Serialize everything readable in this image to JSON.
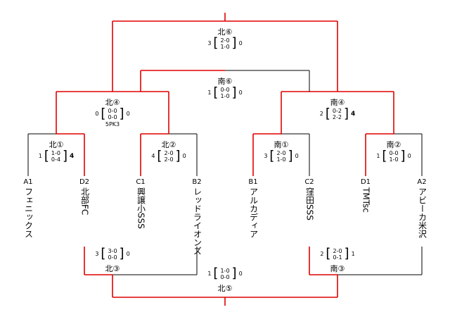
{
  "colors": {
    "win": "#e00000",
    "line": "#000000"
  },
  "teams": [
    {
      "code": "A1",
      "name": "フェニックス"
    },
    {
      "code": "D2",
      "name": "北部FC"
    },
    {
      "code": "C1",
      "name": "興譲小SSS"
    },
    {
      "code": "B2",
      "name": "レッドライオンズ"
    },
    {
      "code": "B1",
      "name": "アルカディア"
    },
    {
      "code": "C2",
      "name": "窪田SSS"
    },
    {
      "code": "D1",
      "name": "TMTsc"
    },
    {
      "code": "A2",
      "name": "アビーカ米沢"
    }
  ],
  "matches": {
    "kita1": {
      "name": "北①",
      "left": "1",
      "right": "4",
      "halves": [
        "1-0",
        "0-4"
      ],
      "winner": "right"
    },
    "kita2": {
      "name": "北②",
      "left": "4",
      "right": "0",
      "halves": [
        "2-0",
        "2-0"
      ],
      "winner": "left"
    },
    "minami1": {
      "name": "南①",
      "left": "3",
      "right": "0",
      "halves": [
        "2-0",
        "1-0"
      ],
      "winner": "left"
    },
    "minami2": {
      "name": "南②",
      "left": "1",
      "right": "0",
      "halves": [
        "0-0",
        "1-0"
      ],
      "winner": "left"
    },
    "kita4": {
      "name": "北④",
      "left": "0",
      "right": "0",
      "halves": [
        "0-0",
        "0-0"
      ],
      "pk": "5PK3",
      "winner": "left"
    },
    "minami4": {
      "name": "南④",
      "left": "2",
      "right": "4",
      "halves": [
        "0-2",
        "2-2"
      ],
      "winner": "right"
    },
    "kita6": {
      "name": "北⑥",
      "left": "3",
      "right": "0",
      "halves": [
        "2-0",
        "1-0"
      ],
      "winner": "left"
    },
    "minami6": {
      "name": "南⑥",
      "left": "1",
      "right": "0",
      "halves": [
        "0-0",
        "1-0"
      ],
      "winner": "left"
    },
    "kita3": {
      "name": "北③",
      "left": "3",
      "right": "0",
      "halves": [
        "3-0",
        "0-0"
      ],
      "winner": "left"
    },
    "minami3": {
      "name": "南③",
      "left": "2",
      "right": "1",
      "halves": [
        "2-0",
        "0-1"
      ],
      "winner": "left"
    },
    "kita5": {
      "name": "北⑤",
      "left": "1",
      "right": "0",
      "halves": [
        "1-0",
        "0-0"
      ],
      "winner": "left"
    }
  }
}
